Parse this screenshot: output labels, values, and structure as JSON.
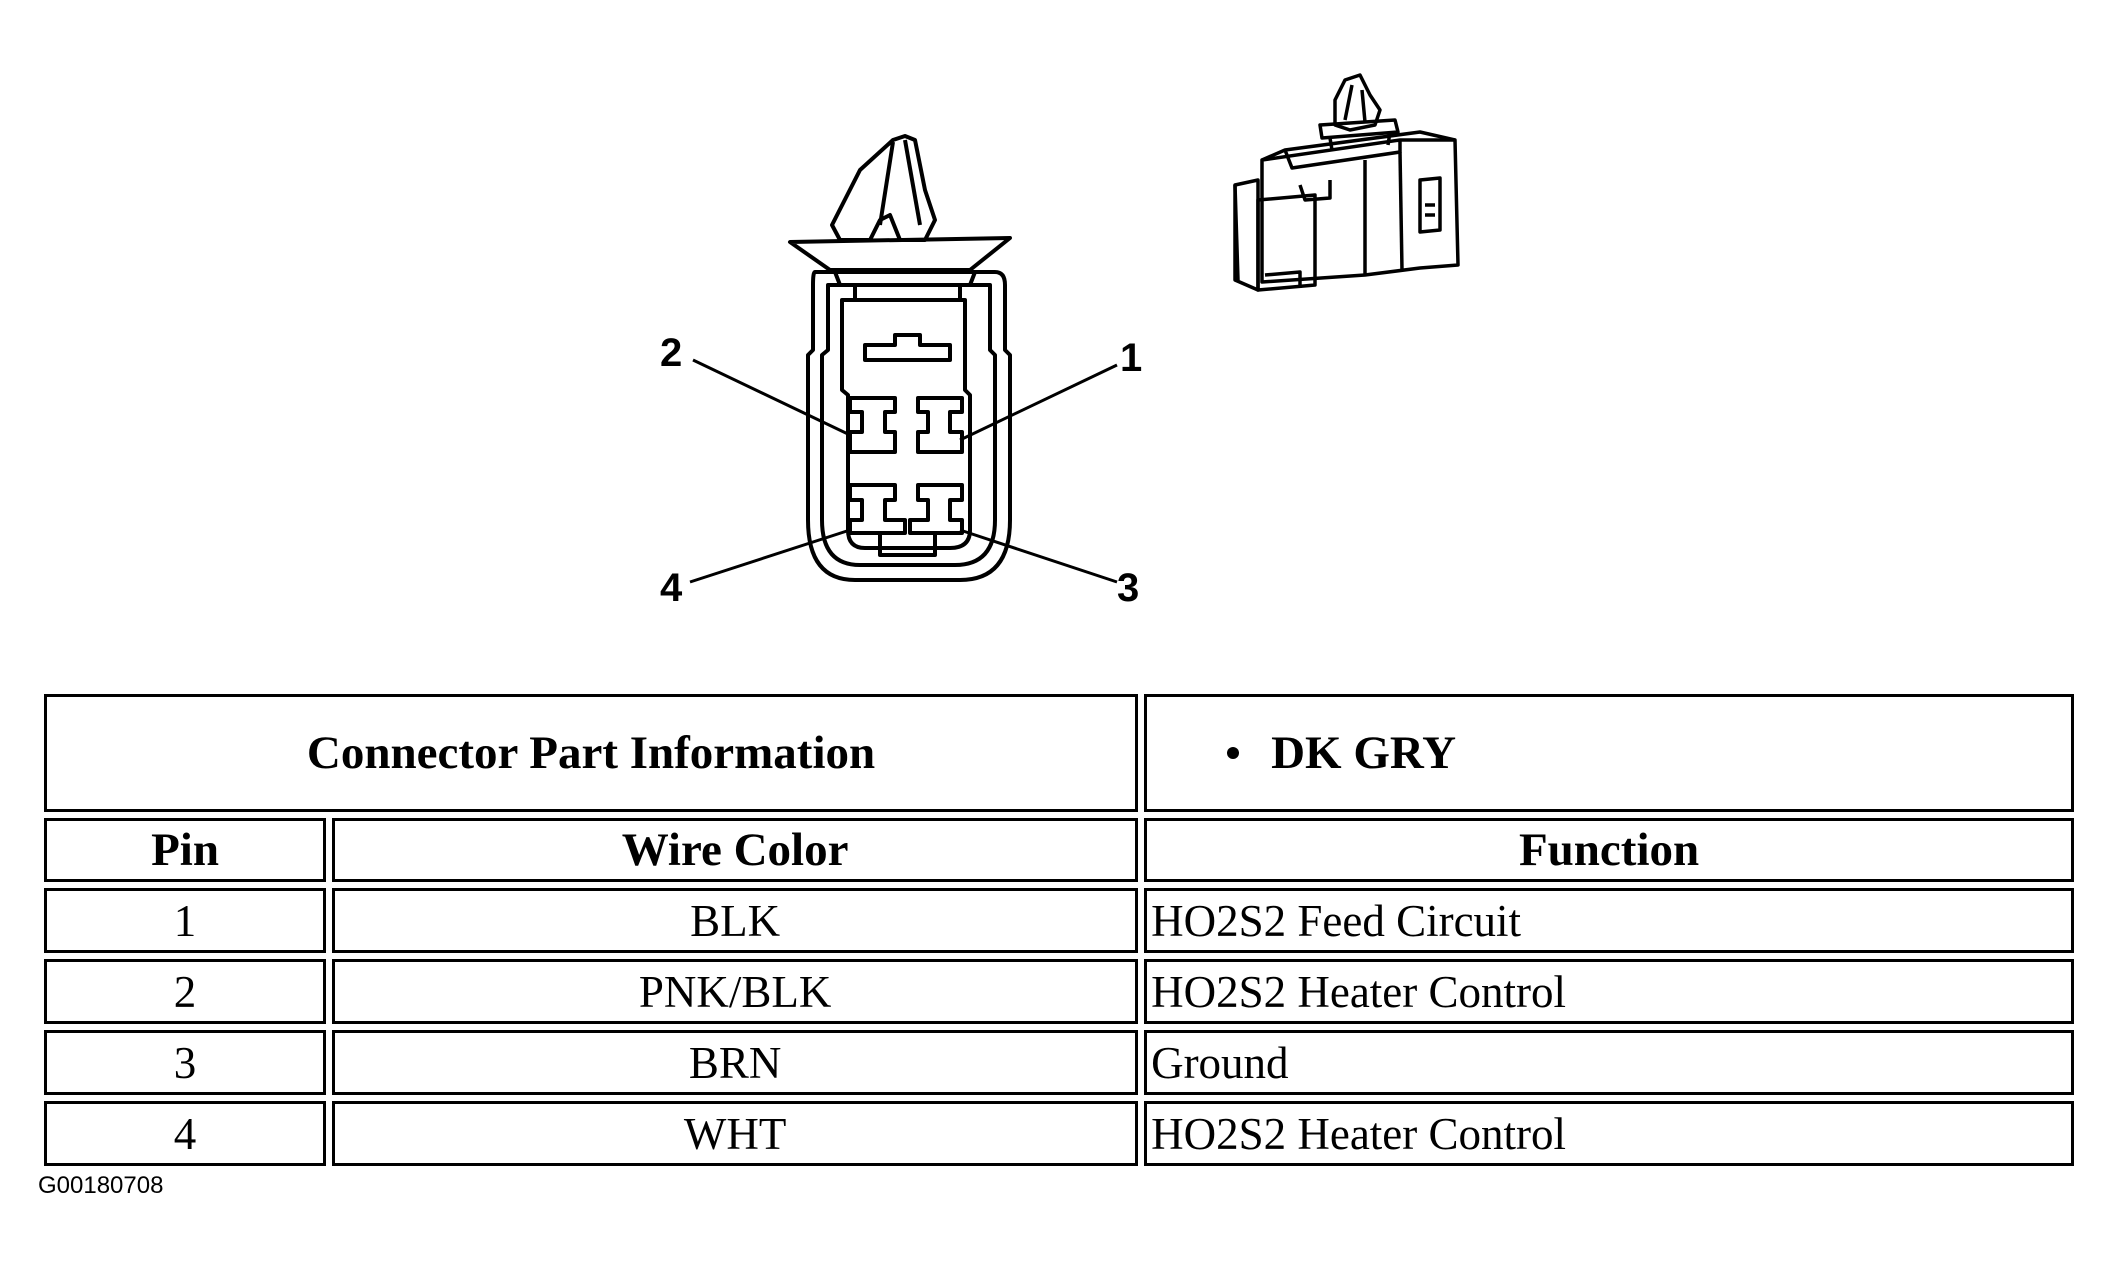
{
  "callouts": {
    "pin1": "1",
    "pin2": "2",
    "pin3": "3",
    "pin4": "4"
  },
  "table": {
    "header_title": "Connector Part Information",
    "header_info": "DK GRY",
    "columns": {
      "pin": "Pin",
      "wire_color": "Wire Color",
      "function": "Function"
    },
    "rows": [
      {
        "pin": "1",
        "wire_color": "BLK",
        "function": "HO2S2 Feed Circuit"
      },
      {
        "pin": "2",
        "wire_color": "PNK/BLK",
        "function": "HO2S2 Heater Control"
      },
      {
        "pin": "3",
        "wire_color": "BRN",
        "function": "Ground"
      },
      {
        "pin": "4",
        "wire_color": "WHT",
        "function": "HO2S2 Heater Control"
      }
    ]
  },
  "figure_id": "G00180708"
}
